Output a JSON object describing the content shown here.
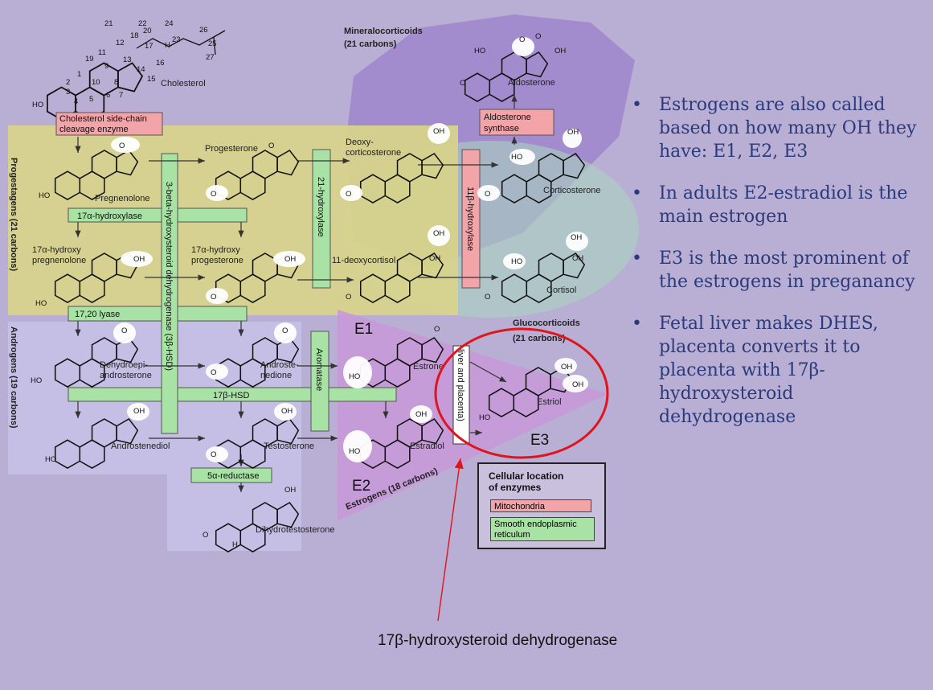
{
  "cholesterol": {
    "label": "Cholesterol",
    "ho": "HO",
    "h": "H",
    "numbers": [
      "21",
      "22",
      "24",
      "26",
      "20",
      "23",
      "25",
      "27",
      "18",
      "12",
      "17",
      "19",
      "11",
      "13",
      "16",
      "9",
      "14",
      "1",
      "2",
      "10",
      "8",
      "15",
      "3",
      "4",
      "5",
      "6",
      "7"
    ]
  },
  "enzymes": {
    "side_chain": "Cholesterol side-chain\ncleavage enzyme",
    "hydroxylase17a": "17α-hydroxylase",
    "lyase1720": "17,20 lyase",
    "hsd17b": "17β-HSD",
    "reductase5a": "5α-reductase",
    "hsd3b": "3-beta-hydroxysteroid dehydrogenase (3β-HSD)",
    "hydroxylase21": "21-hydroxylase",
    "hydroxylase11b": "11β-hydroxylase",
    "aromatase": "Aromatase",
    "aldo_synthase": "Aldosterone\nsynthase",
    "liver_placenta": "liver and placenta)"
  },
  "groups": {
    "mineralo": "Mineralocorticoids",
    "mineralo_sub": "(21 carbons)",
    "gluco": "Glucocorticoids",
    "gluco_sub": "(21 carbons)",
    "progestagens": "Progestagens (21 carbons)",
    "androgens": "Androgens (19 carbons)",
    "estrogens": "Estrogens (18 carbons)"
  },
  "compounds": {
    "pregnenolone": "Pregnenolone",
    "progesterone": "Progesterone",
    "deoxycorticosterone": "Deoxy-\ncorticosterone",
    "corticosterone": "Corticosterone",
    "aldosterone": "Aldosterone",
    "hydroxy_preg": "17α-hydroxy\npregnenolone",
    "hydroxy_prog": "17α-hydroxy\nprogesterone",
    "deoxycortisol": "11-deoxycortisol",
    "cortisol": "Cortisol",
    "dhea": "Dehydroepi-\nandrosterone",
    "androstenedione": "Androste-\nnedione",
    "estrone": "Estrone",
    "estriol": "Estriol",
    "androstenediol": "Androstenediol",
    "testosterone": "Testosterone",
    "estradiol": "Estradiol",
    "dht": "Dihydrotestosterone"
  },
  "atoms": {
    "oh": "OH",
    "ho": "HO",
    "o": "O",
    "h": "H"
  },
  "markers": {
    "e1": "E1",
    "e2": "E2",
    "e3": "E3"
  },
  "legend": {
    "title": "Cellular location\nof enzymes",
    "mito": "Mitochondria",
    "er": "Smooth endoplasmic\nreticulum"
  },
  "bullets": [
    "Estrogens are also called based on how many OH they have: E1, E2, E3",
    "In adults E2-estradiol is the main estrogen",
    "E3 is the most prominent of the estrogens in preganancy",
    "Fetal liver makes DHES, placenta converts it to placenta with 17β-hydroxysteroid dehydrogenase"
  ],
  "caption": "17β-hydroxysteroid dehydrogenase",
  "colors": {
    "background": "#b9aed3",
    "progestagens": "#d8d48a",
    "androgens": "#c5bfe6",
    "estrogens": "#c79ad8",
    "mineralo": "#9f86cc",
    "gluco": "#a9d8be",
    "mito": "#f2a4a8",
    "er": "#a8e2a4",
    "highlight": "#e0151b",
    "bullet_text": "#2b3a7a"
  }
}
